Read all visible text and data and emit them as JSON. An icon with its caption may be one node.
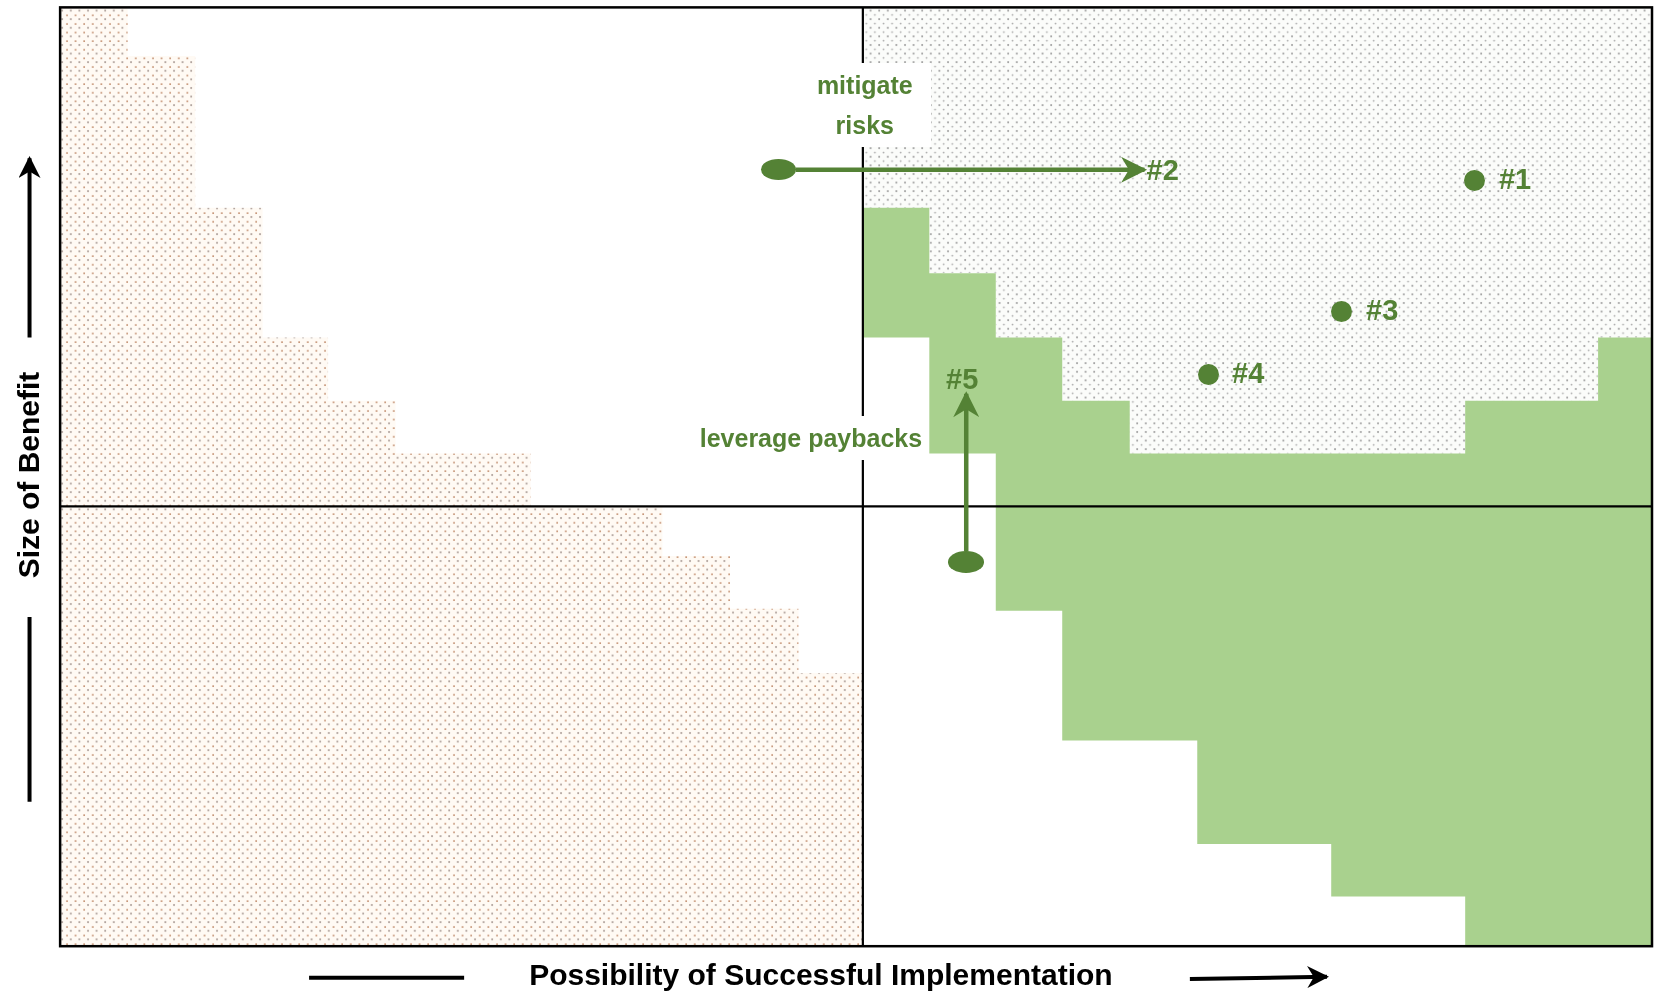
{
  "diagram": {
    "nodes": [
      {
        "text": [],
        "shape": "ellipse"
      },
      {
        "text": [
          "#2"
        ]
      },
      {
        "text": [],
        "shape": "circle",
        "beside": [
          "#1"
        ]
      },
      {
        "text": [],
        "shape": "circle",
        "beside": [
          "#3"
        ]
      },
      {
        "text": [],
        "shape": "circle",
        "beside": [
          "#4"
        ]
      },
      {
        "text": [
          "#5"
        ]
      },
      {
        "text": [],
        "shape": "ellipse"
      }
    ],
    "edges": [
      {
        "from": 0,
        "to": 1,
        "arrow": "to",
        "label": "mitigate risks"
      },
      {
        "from": 6,
        "to": 5,
        "arrow": "to",
        "label": "leverage paybacks"
      }
    ],
    "labels": [
      "Size of Benefit",
      "Possibility of Successful Implementation"
    ]
  }
}
